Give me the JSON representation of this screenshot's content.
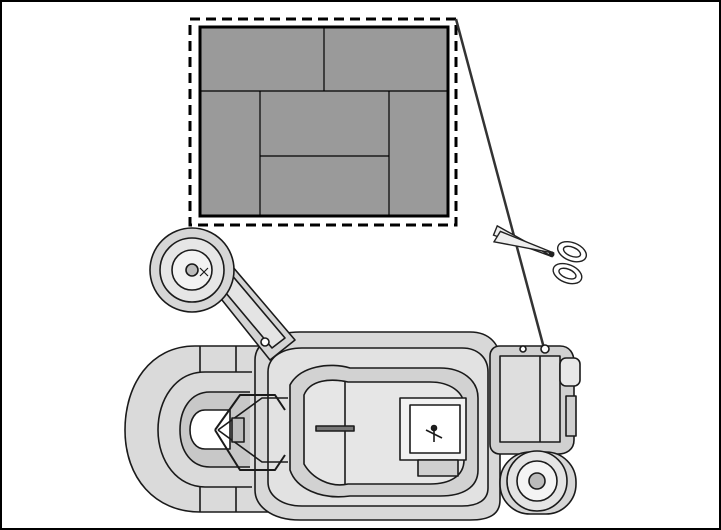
{
  "figure": {
    "description_kind": "technical-illustration",
    "elements": [
      {
        "id": "sheet",
        "icon": "cut-sheet-icon",
        "pieces": 6
      },
      {
        "id": "scissors",
        "icon": "scissors-icon"
      },
      {
        "id": "machine",
        "icon": "machine-topview-icon"
      }
    ],
    "colors": {
      "frame": "#000000",
      "sheet_fill": "#9a9a9a",
      "machine_fill": "#dadada",
      "machine_dark": "#bdbdbd",
      "line": "#1a1a1a"
    }
  }
}
